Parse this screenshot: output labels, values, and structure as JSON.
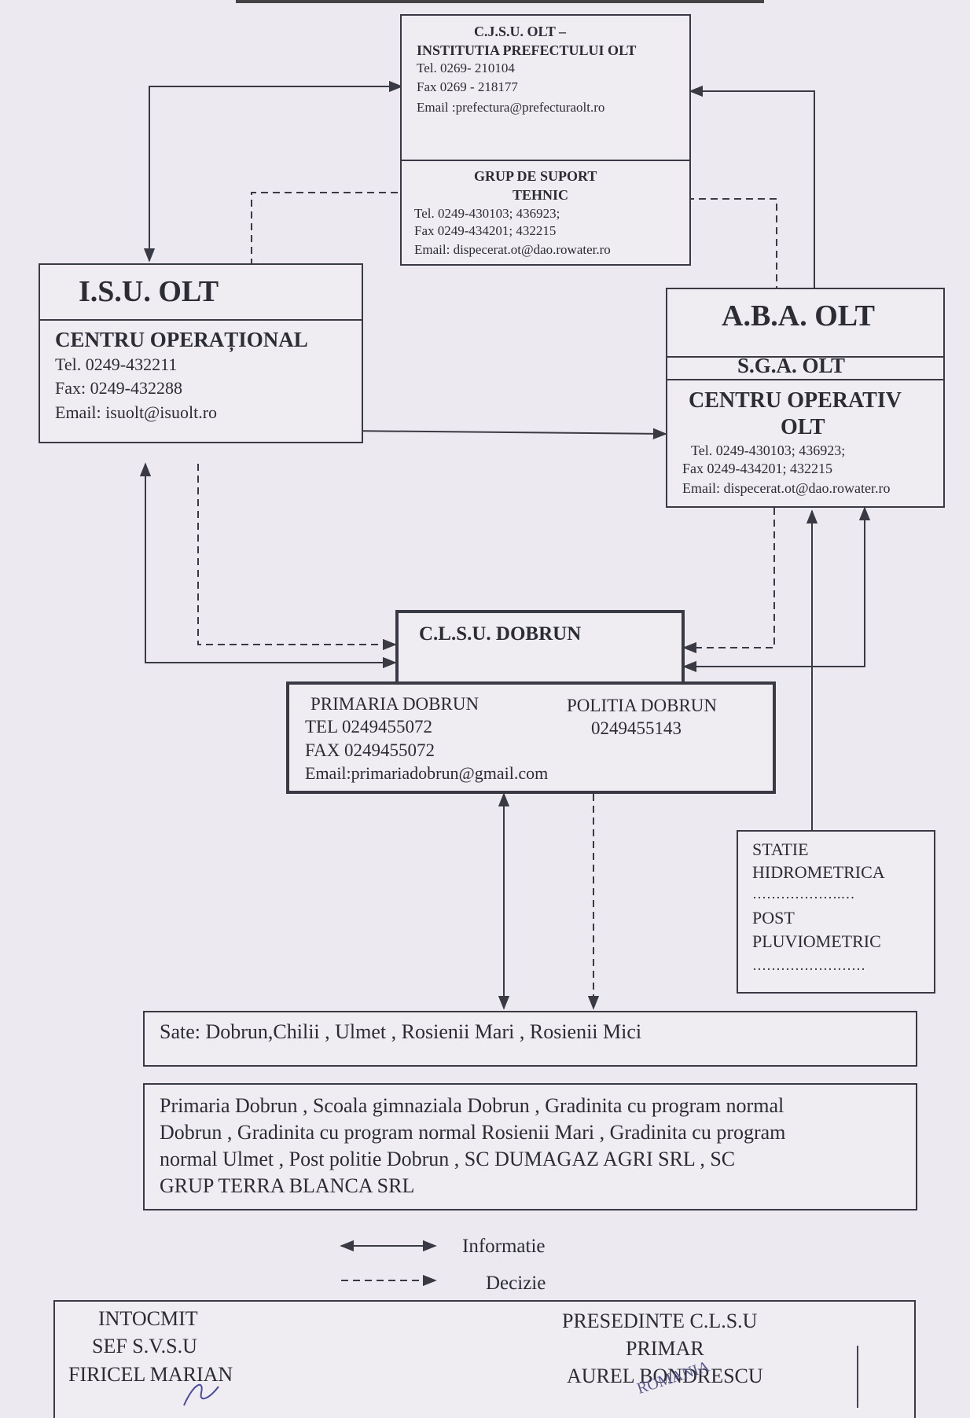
{
  "cjsu": {
    "title_1": "C.J.S.U.  OLT –",
    "title_2": "INSTITUTIA PREFECTULUI OLT",
    "tel": "Tel.  0269- 210104",
    "fax": "Fax  0269 - 218177",
    "email": "Email :prefectura@prefecturaolt.ro"
  },
  "gst": {
    "title_1": "GRUP DE SUPORT",
    "title_2": "TEHNIC",
    "tel": "Tel. 0249-430103; 436923;",
    "fax": "Fax  0249-434201; 432215",
    "email": "Email: dispecerat.ot@dao.rowater.ro"
  },
  "isu": {
    "title": "I.S.U. OLT",
    "subtitle": "CENTRU OPERAȚIONAL",
    "tel": "Tel.  0249-432211",
    "fax": "Fax: 0249-432288",
    "email": "Email: isuolt@isuolt.ro"
  },
  "aba": {
    "title": "A.B.A. OLT",
    "sga": "S.G.A.   OLT",
    "sub_1": "CENTRU OPERATIV",
    "sub_2": "OLT",
    "tel": "Tel. 0249-430103; 436923;",
    "fax": "Fax  0249-434201; 432215",
    "email": "Email: dispecerat.ot@dao.rowater.ro"
  },
  "clsu": {
    "title": "C.L.S.U.  DOBRUN"
  },
  "primaria": {
    "name": "PRIMARIA DOBRUN",
    "tel": "TEL 0249455072",
    "fax": "FAX 0249455072",
    "email": "Email:primariadobrun@gmail.com",
    "politia": "POLITIA  DOBRUN",
    "politia_tel": "0249455143"
  },
  "statie": {
    "l1": "STATIE",
    "l2": "HIDROMETRICA",
    "l3": "……………….…",
    "l4": "POST",
    "l5": "PLUVIOMETRIC",
    "l6": "……………………"
  },
  "sate": "Sate: Dobrun,Chilii , Ulmet , Rosienii Mari , Rosienii Mici",
  "institutii": {
    "l1": "Primaria Dobrun , Scoala gimnaziala Dobrun , Gradinita cu program normal",
    "l2": "Dobrun , Gradinita cu program normal Rosienii Mari , Gradinita cu program",
    "l3": "normal Ulmet , Post politie Dobrun , SC DUMAGAZ AGRI SRL , SC",
    "l4": "GRUP TERRA BLANCA  SRL"
  },
  "legend": {
    "informatie": "Informatie",
    "decizie": "Decizie"
  },
  "footer": {
    "left_1": "INTOCMIT",
    "left_2": "SEF  S.V.S.U",
    "left_3": "FIRICEL  MARIAN",
    "right_1": "PRESEDINTE C.L.S.U",
    "right_2": "PRIMAR",
    "right_3": "AUREL  BONDRESCU"
  },
  "stamp_text": "ROMANIA",
  "colors": {
    "ink": "#3a3a44",
    "paper": "#eceaf0"
  }
}
